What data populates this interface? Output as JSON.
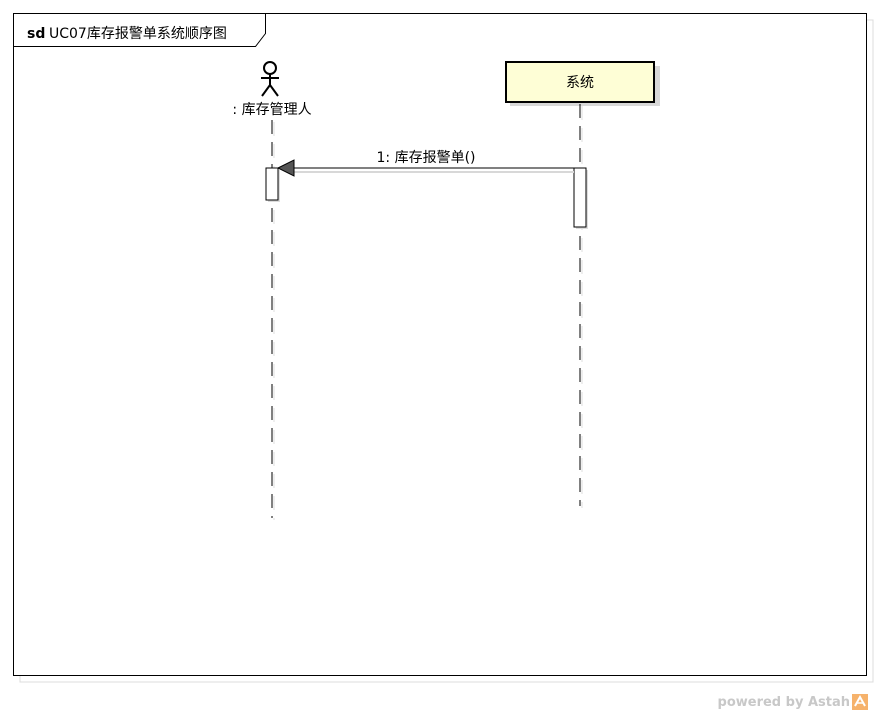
{
  "frame": {
    "keyword": "sd",
    "name": "UC07库存报警单系统顺序图"
  },
  "lifelines": [
    {
      "id": "actor",
      "kind": "actor",
      "label": ": 库存管理人"
    },
    {
      "id": "system",
      "kind": "object",
      "label": "系统"
    }
  ],
  "messages": [
    {
      "label": "1: 库存报警单()",
      "from": "system",
      "to": "actor"
    }
  ],
  "watermark": {
    "text": "powered by Astah"
  },
  "colors": {
    "object_fill": "#fefed6",
    "object_shadow": "#d8d8d8",
    "frame_border": "#000000",
    "watermark": "#c8c8c8",
    "logo": "#f6b26b"
  }
}
